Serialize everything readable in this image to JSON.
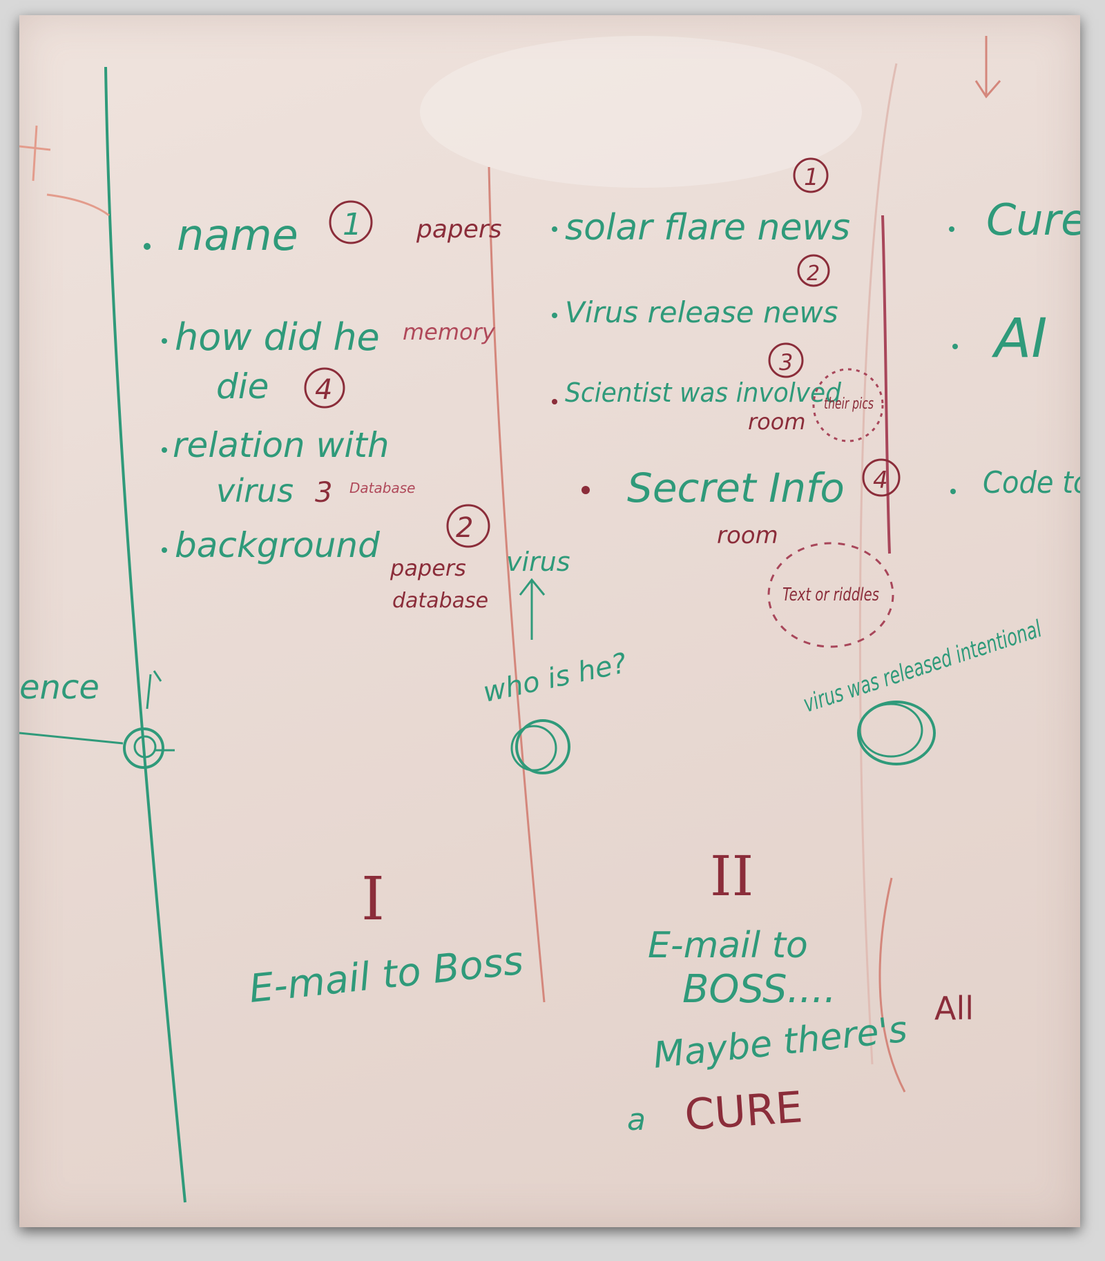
{
  "colors": {
    "marker_green": "#2f9a7a",
    "marker_red": "#8b2d3a",
    "board": "#eadcd6"
  },
  "column1": {
    "items": [
      {
        "text": "name",
        "number": "1",
        "note": "papers"
      },
      {
        "text": "how did he",
        "note": "memory"
      },
      {
        "text": "die",
        "number": "4"
      },
      {
        "text": "relation with"
      },
      {
        "text": "virus",
        "number": "3",
        "note": "Database"
      },
      {
        "text": "background",
        "number": "2"
      }
    ],
    "sub_notes": [
      "papers",
      "virus",
      "database"
    ],
    "node_label": "who is he?"
  },
  "column2": {
    "items": [
      {
        "text": "solar flare news",
        "number": "1"
      },
      {
        "text": "Virus release news",
        "number": "2"
      },
      {
        "text": "Scientist was involved",
        "number": "3",
        "note": "room",
        "bubble": "their pics"
      },
      {
        "text": "Secret Info",
        "number": "4",
        "note": "room",
        "bubble": "Text or riddles"
      }
    ],
    "node_label": "virus was released intentional"
  },
  "column3": {
    "items": [
      {
        "text": "Cure"
      },
      {
        "text": "AI"
      },
      {
        "text": "Code to inp"
      }
    ]
  },
  "left_label": "ence",
  "section1": {
    "numeral": "I",
    "text": "E-mail to Boss"
  },
  "section2": {
    "numeral": "II",
    "line1": "E-mail to",
    "line2": "BOSS....",
    "line3": "Maybe there's",
    "line4_prefix": "a",
    "line4_emph": "CURE"
  },
  "side_label": "All"
}
